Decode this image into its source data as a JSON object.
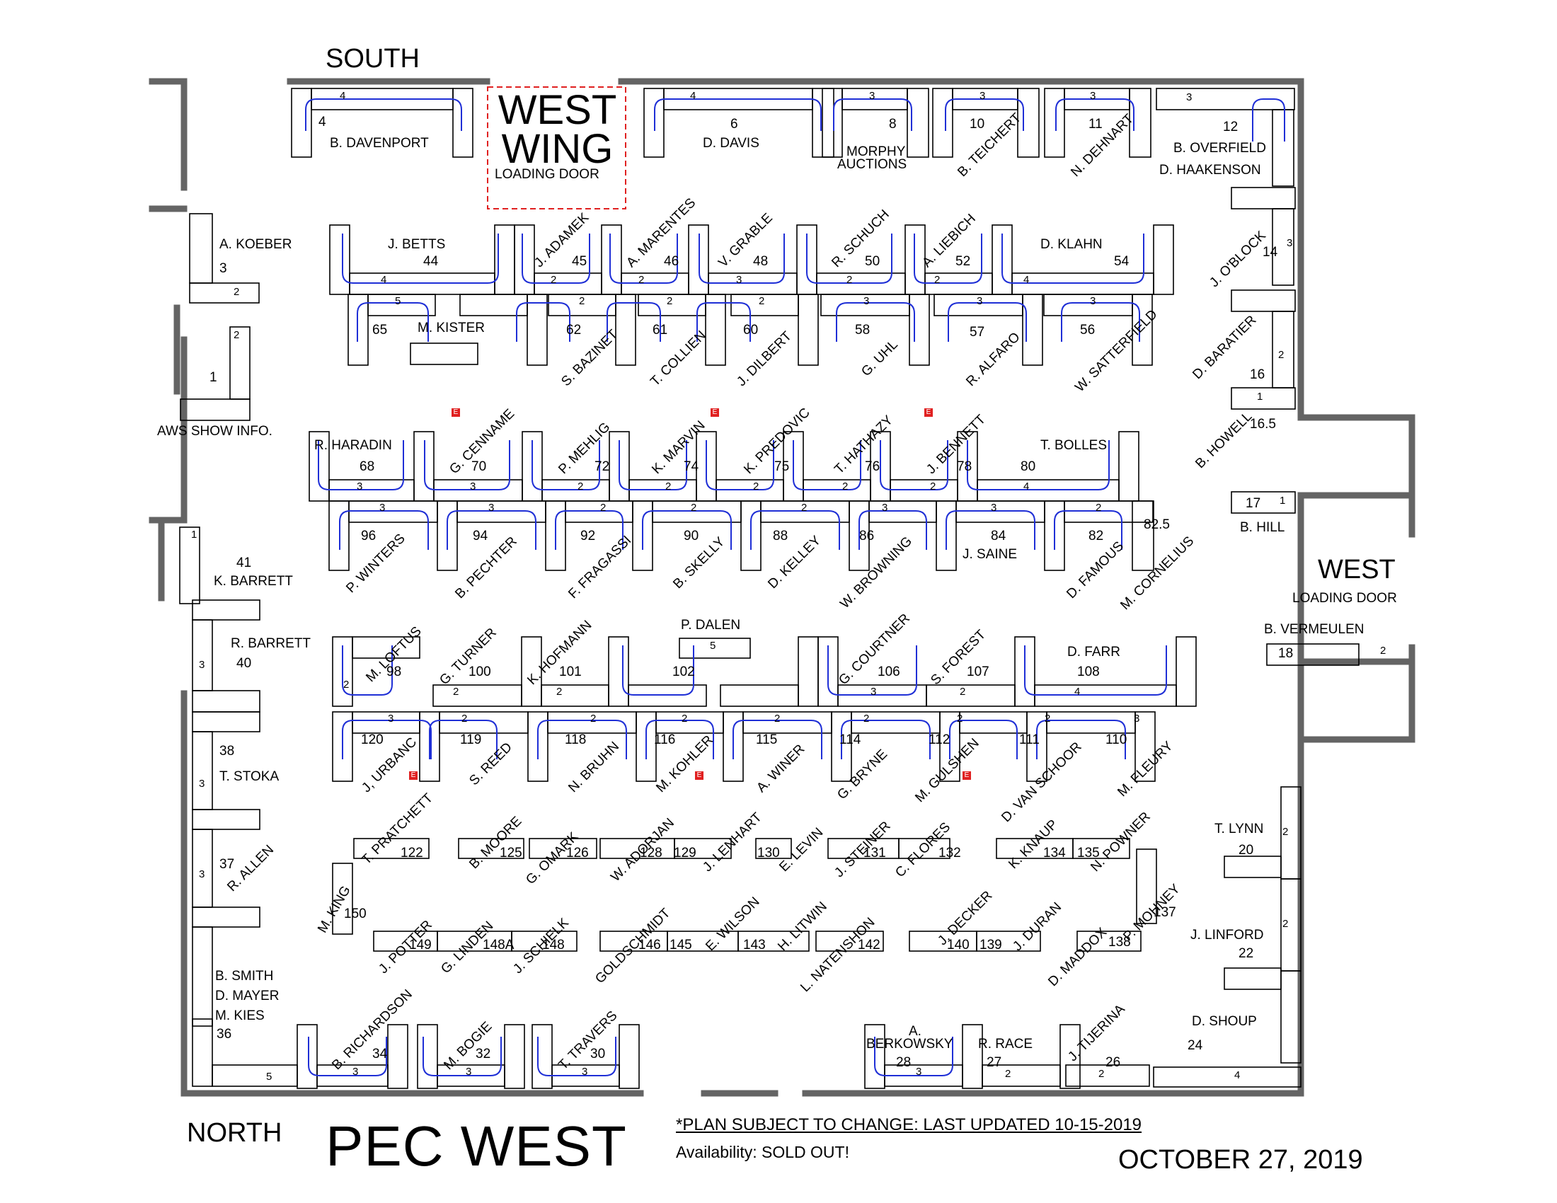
{
  "orientation": {
    "south": "SOUTH",
    "north": "NORTH",
    "west": "WEST",
    "west_loading": "LOADING DOOR"
  },
  "west_wing": {
    "line1": "WEST",
    "line2": "WING",
    "loading": "LOADING DOOR"
  },
  "title": "PEC WEST",
  "notice": "*PLAN SUBJECT TO CHANGE: LAST UPDATED 10-15-2019",
  "availability": "Availability:  SOLD OUT!",
  "date": "OCTOBER 27, 2019",
  "aws_info": "AWS SHOW INFO.",
  "exit_icon": "E",
  "colors": {
    "wall": "#646464",
    "table_outline": "#000000",
    "chair_arc": "#1f2fd6",
    "loading_door": "#e02020",
    "exit": "#e02020"
  },
  "vendors": {
    "b_davenport": "B. DAVENPORT",
    "d_davis": "D. DAVIS",
    "morphy_1": "MORPHY",
    "morphy_2": "AUCTIONS",
    "b_teichert": "B. TEICHERT",
    "n_dehnart": "N. DEHNART",
    "b_overfield": "B. OVERFIELD",
    "d_haakenson": "D. HAAKENSON",
    "a_koeber": "A. KOEBER",
    "j_betts": "J. BETTS",
    "j_adamek": "J. ADAMEK",
    "a_marentes": "A. MARENTES",
    "v_grable": "V. GRABLE",
    "r_schuch": "R. SCHUCH",
    "a_liebich": "A. LIEBICH",
    "d_klahn": "D. KLAHN",
    "j_oblock": "J. O'BLOCK",
    "m_kister": "M. KISTER",
    "s_bazinet": "S. BAZINET",
    "t_collien": "T. COLLIEN",
    "j_dilbert": "J. DILBERT",
    "g_uhl": "G. UHL",
    "r_alfaro": "R. ALFARO",
    "w_satterfield": "W. SATTERFIELD",
    "d_baratier": "D. BARATIER",
    "r_haradin": "R. HARADIN",
    "g_cenname": "G. CENNAME",
    "p_mehlig": "P. MEHLIG",
    "k_marvin": "K. MARVIN",
    "k_predovic": "K. PREDOVIC",
    "t_hathazy": "T. HATHAZY",
    "j_bennett": "J. BENNETT",
    "t_bolles": "T. BOLLES",
    "b_howell": "B. HOWELL",
    "b_hill": "B. HILL",
    "p_winters": "P. WINTERS",
    "b_pechter": "B. PECHTER",
    "f_fragassi": "F. FRAGASSI",
    "b_skelly": "B. SKELLY",
    "d_kelley": "D. KELLEY",
    "w_browning": "W. BROWNING",
    "j_saine": "J. SAINE",
    "d_famous": "D. FAMOUS",
    "m_cornelius": "M. CORNELIUS",
    "k_barrett": "K. BARRETT",
    "r_barrett": "R. BARRETT",
    "b_vermeulen": "B. VERMEULEN",
    "m_loftus": "M. LOFTUS",
    "g_turner": "G. TURNER",
    "k_hofmann": "K. HOFMANN",
    "p_dalen": "P. DALEN",
    "g_courtner": "G. COURTNER",
    "s_forest": "S. FOREST",
    "d_farr": "D. FARR",
    "j_urbanc": "J, URBANC",
    "s_reed": "S. REED",
    "n_bruhn": "N. BRUHN",
    "m_kohler": "M. KOHLER",
    "a_winer": "A. WINER",
    "g_bryne": "G. BRYNE",
    "m_gulshen": "M. GULSHEN",
    "d_van_schoor": "D. VAN SCHOOR",
    "m_fleury": "M. FLEURY",
    "t_stoka": "T. STOKA",
    "r_allen": "R. ALLEN",
    "t_lynn": "T. LYNN",
    "t_pratchett": "T. PRATCHETT",
    "b_moore": "B. MOORE",
    "g_omark": "G. OMARK",
    "w_adorjan": "W. ADORJAN",
    "j_lenhart": "J. LENHART",
    "e_levin": "E. LEVIN",
    "j_steiner": "J. STEINER",
    "c_flores": "C. FLORES",
    "k_knaup": "K. KNAUP",
    "n_powner": "N. POWNER",
    "m_king": "M. KING",
    "p_mohney": "P. MOHNEY",
    "j_linford": "J. LINFORD",
    "j_potter": "J. POTTER",
    "g_linden": "G. LINDEN",
    "j_schielk": "J. SCHIELK",
    "goldschmidt": "GOLDSCHMIDT",
    "e_wilson": "E. WILSON",
    "h_litwin": "H. LITWIN",
    "l_natenshon": "L. NATENSHON",
    "j_decker": "J. DECKER",
    "j_duran": "J. DURAN",
    "d_maddox": "D. MADDOX",
    "b_smith": "B. SMITH",
    "d_mayer": "D. MAYER",
    "m_kies": "M. KIES",
    "b_richardson": "B. RICHARDSON",
    "m_bogie": "M. BOGIE",
    "t_travers": "T. TRAVERS",
    "a_berkowsky_1": "A.",
    "a_berkowsky_2": "BERKOWSKY",
    "r_race": "R. RACE",
    "j_tijerina": "J. TIJERINA",
    "d_shoup": "D. SHOUP"
  },
  "booths": {
    "b4": "4",
    "b6": "6",
    "b8": "8",
    "b10": "10",
    "b11": "11",
    "b12": "12",
    "b3": "3",
    "b1": "1",
    "b44": "44",
    "b45": "45",
    "b46": "46",
    "b48": "48",
    "b50": "50",
    "b52": "52",
    "b54": "54",
    "b14": "14",
    "b65": "65",
    "b62": "62",
    "b61": "61",
    "b60": "60",
    "b58": "58",
    "b57": "57",
    "b56": "56",
    "b16": "16",
    "b68": "68",
    "b70": "70",
    "b72": "72",
    "b74": "74",
    "b75": "75",
    "b76": "76",
    "b78": "78",
    "b80": "80",
    "b16_5": "16.5",
    "b17": "17",
    "b96": "96",
    "b94": "94",
    "b92": "92",
    "b90": "90",
    "b88": "88",
    "b86": "86",
    "b84": "84",
    "b82": "82",
    "b82_5": "82.5",
    "b41": "41",
    "b40": "40",
    "b18": "18",
    "b98": "98",
    "b100": "100",
    "b101": "101",
    "b102": "102",
    "b106": "106",
    "b107": "107",
    "b108": "108",
    "b120": "120",
    "b119": "119",
    "b118": "118",
    "b116": "116",
    "b115": "115",
    "b114": "114",
    "b112": "112",
    "b111": "111",
    "b110": "110",
    "b38": "38",
    "b37": "37",
    "b20": "20",
    "b122": "122",
    "b125": "125",
    "b126": "126",
    "b128": "128",
    "b129": "129",
    "b130": "130",
    "b131": "131",
    "b132": "132",
    "b134": "134",
    "b135": "135",
    "b150": "150",
    "b137": "137",
    "b22": "22",
    "b149": "149",
    "b148a": "148A",
    "b148": "148",
    "b146": "146",
    "b145": "145",
    "b143": "143",
    "b142": "142",
    "b140": "140",
    "b139": "139",
    "b138": "138",
    "b36": "36",
    "b34": "34",
    "b32": "32",
    "b30": "30",
    "b28": "28",
    "b27": "27",
    "b26": "26",
    "b24": "24",
    "t2": "2",
    "t3": "3",
    "t4": "4",
    "t5": "5",
    "t1": "1"
  }
}
